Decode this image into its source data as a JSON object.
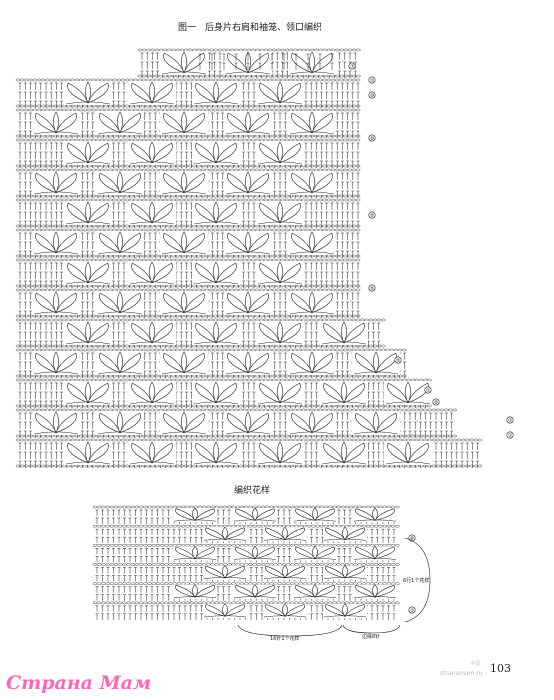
{
  "titles": {
    "chart1": "图一　后身片右肩和袖笼、领口编织",
    "chart2": "编织花样"
  },
  "row_markers": {
    "chart1": [
      "⑦",
      "①",
      "⑩",
      "⑩",
      "⑤",
      "⑤",
      "⑤",
      "①",
      "⑤",
      "①",
      "①"
    ],
    "chart2": [
      "⑥",
      "①"
    ]
  },
  "annotations": {
    "repeat_rows": "6行1个花样",
    "repeat_stitches": "16针1个花样",
    "edge_stitches": "边缘8针"
  },
  "page_number": "103",
  "watermark": {
    "logo": "Страна Мам",
    "small": "stranamam.ru",
    "pale": "中国"
  },
  "colors": {
    "ink": "#222222",
    "watermark": "#ff66b8"
  }
}
